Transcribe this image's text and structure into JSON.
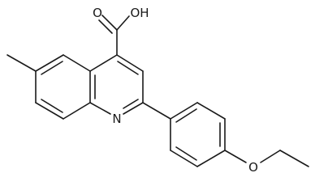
{
  "atom_labels": {
    "carbonyl_oxygen": "O",
    "hydroxyl": "OH",
    "ring_nitrogen": "N",
    "ether_oxygen": "O"
  },
  "colors": {
    "bond": "#1a1a1a",
    "label": "#1a1a1a",
    "background": "#ffffff"
  }
}
